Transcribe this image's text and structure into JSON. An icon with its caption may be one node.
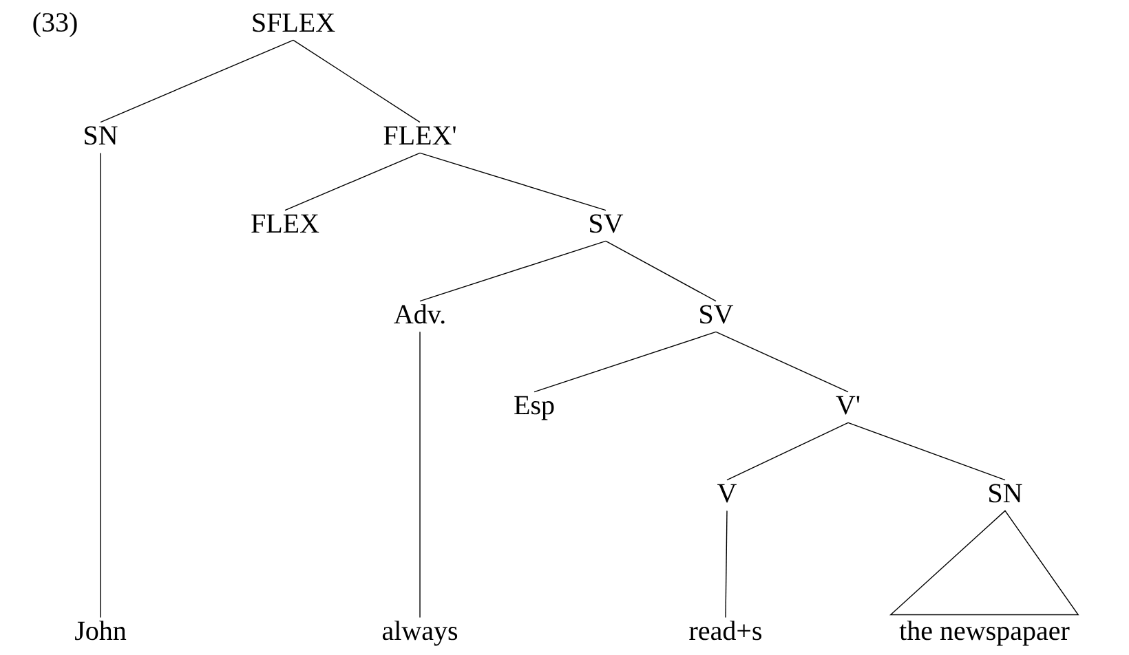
{
  "diagram": {
    "nodes": [
      {
        "text": [
          "SFLEX"
        ]
      },
      {
        "text": [
          "SN"
        ]
      },
      {
        "text": [
          "FLEX'"
        ]
      },
      {
        "text": [
          "FLEX"
        ]
      },
      {
        "text": [
          "SV"
        ]
      },
      {
        "text": [
          "Adv."
        ]
      },
      {
        "text": [
          "SV"
        ]
      },
      {
        "text": [
          "Esp"
        ]
      },
      {
        "text": [
          "V'"
        ]
      },
      {
        "text": [
          "V"
        ]
      },
      {
        "text": [
          "SN"
        ]
      },
      {
        "text": [
          "John"
        ]
      },
      {
        "text": [
          "always"
        ]
      },
      {
        "text": [
          "read+s"
        ]
      },
      {
        "text": [
          "the newspapaer"
        ]
      }
    ],
    "edges": [
      {
        "from": 0,
        "to": 1,
        "arrow": "none"
      },
      {
        "from": 0,
        "to": 2,
        "arrow": "none"
      },
      {
        "from": 2,
        "to": 3,
        "arrow": "none"
      },
      {
        "from": 2,
        "to": 4,
        "arrow": "none"
      },
      {
        "from": 4,
        "to": 5,
        "arrow": "none"
      },
      {
        "from": 4,
        "to": 6,
        "arrow": "none"
      },
      {
        "from": 6,
        "to": 7,
        "arrow": "none"
      },
      {
        "from": 6,
        "to": 8,
        "arrow": "none"
      },
      {
        "from": 8,
        "to": 9,
        "arrow": "none"
      },
      {
        "from": 8,
        "to": 10,
        "arrow": "none"
      },
      {
        "from": 1,
        "to": 11,
        "arrow": "none"
      },
      {
        "from": 5,
        "to": 12,
        "arrow": "none"
      },
      {
        "from": 9,
        "to": 13,
        "arrow": "none"
      },
      {
        "from": 10,
        "to": 14,
        "arrow": "none"
      }
    ],
    "labels": [
      "(33)"
    ]
  }
}
